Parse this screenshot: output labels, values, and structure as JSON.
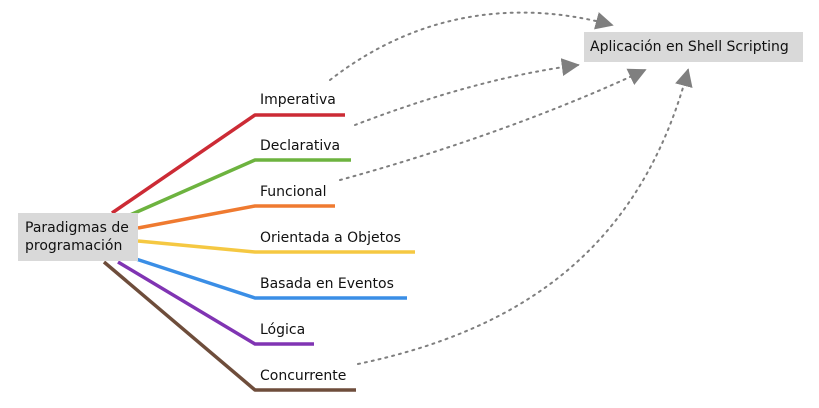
{
  "root": {
    "label_line1": "Paradigmas de",
    "label_line2": "programación"
  },
  "target": {
    "label": "Aplicación en Shell Scripting"
  },
  "branches": [
    {
      "id": "imperativa",
      "label": "Imperativa",
      "color": "#cc2b35",
      "linked_to_target": true
    },
    {
      "id": "declarativa",
      "label": "Declarativa",
      "color": "#6db33f",
      "linked_to_target": true
    },
    {
      "id": "funcional",
      "label": "Funcional",
      "color": "#ef7a30",
      "linked_to_target": true
    },
    {
      "id": "orientada",
      "label": "Orientada a Objetos",
      "color": "#f5c842",
      "linked_to_target": false
    },
    {
      "id": "eventos",
      "label": "Basada en Eventos",
      "color": "#3a8ee6",
      "linked_to_target": false
    },
    {
      "id": "logica",
      "label": "Lógica",
      "color": "#8034b3",
      "linked_to_target": false
    },
    {
      "id": "concurrente",
      "label": "Concurrente",
      "color": "#6e4d3b",
      "linked_to_target": true
    }
  ],
  "connector_color": "#7f7f7f"
}
